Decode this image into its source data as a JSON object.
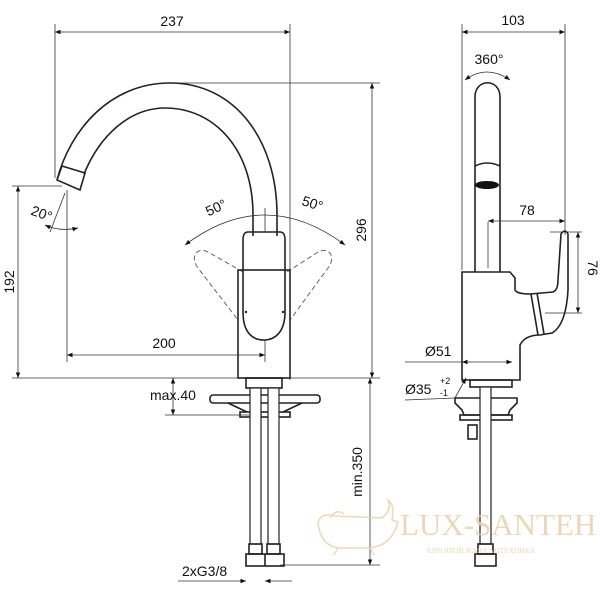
{
  "drawing": {
    "front_view": {
      "dimensions": {
        "width_total": "237",
        "spout_height": "192",
        "total_height": "296",
        "spout_reach": "200",
        "spout_angle": "20°",
        "lever_left_angle": "50°",
        "lever_right_angle": "50°",
        "max_deck_thickness": "max.40",
        "hose_length": "min.350",
        "connection": "2xG3/8"
      }
    },
    "side_view": {
      "dimensions": {
        "depth_total": "103",
        "swivel": "360°",
        "spout_to_lever": "78",
        "lever_height": "76",
        "base_diameter": "Ø51",
        "hole_diameter": "Ø35",
        "hole_tol_plus": "+2",
        "hole_tol_minus": "-1"
      }
    }
  },
  "watermark": {
    "brand": "LUX-SANTEH",
    "tagline": "ЕВРОПЕЙСКАЯ САНТЕХНИКА",
    "color": "#e6d3ad"
  },
  "colors": {
    "line": "#222222",
    "background": "#ffffff"
  }
}
